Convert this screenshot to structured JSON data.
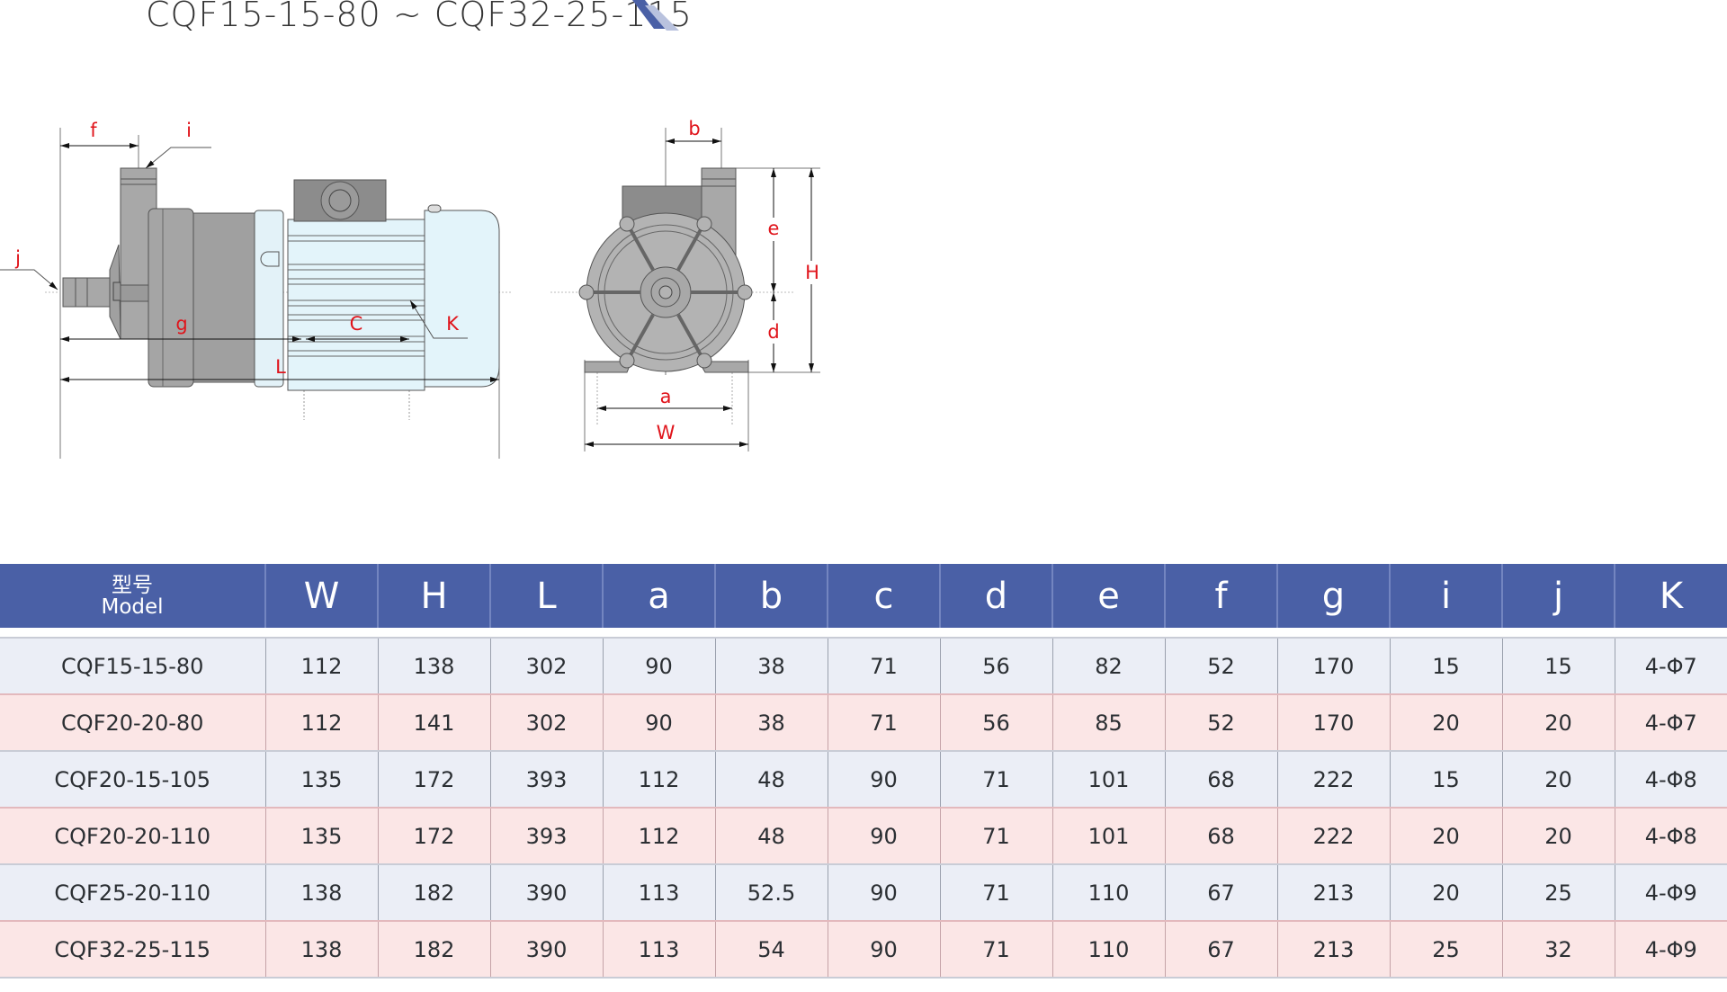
{
  "title": "CQF15-15-80 ~ CQF32-25-115",
  "colors": {
    "header_bg": "#4a60a6",
    "row_odd_bg": "#ebeef6",
    "row_even_bg": "#fbe6e6",
    "dimension_label": "#e0141b"
  },
  "diagram": {
    "side_view_labels": {
      "f": "f",
      "i": "i",
      "j": "j",
      "g": "g",
      "C": "C",
      "K": "K",
      "L": "L"
    },
    "front_view_labels": {
      "b": "b",
      "e": "e",
      "H": "H",
      "d": "d",
      "a": "a",
      "W": "W"
    }
  },
  "table": {
    "header": {
      "model_zh": "型号",
      "model_en": "Model",
      "columns": [
        "W",
        "H",
        "L",
        "a",
        "b",
        "c",
        "d",
        "e",
        "f",
        "g",
        "i",
        "j",
        "K"
      ]
    },
    "rows": [
      {
        "model": "CQF15-15-80",
        "values": [
          "112",
          "138",
          "302",
          "90",
          "38",
          "71",
          "56",
          "82",
          "52",
          "170",
          "15",
          "15",
          "4-Φ7"
        ]
      },
      {
        "model": "CQF20-20-80",
        "values": [
          "112",
          "141",
          "302",
          "90",
          "38",
          "71",
          "56",
          "85",
          "52",
          "170",
          "20",
          "20",
          "4-Φ7"
        ]
      },
      {
        "model": "CQF20-15-105",
        "values": [
          "135",
          "172",
          "393",
          "112",
          "48",
          "90",
          "71",
          "101",
          "68",
          "222",
          "15",
          "20",
          "4-Φ8"
        ]
      },
      {
        "model": "CQF20-20-110",
        "values": [
          "135",
          "172",
          "393",
          "112",
          "48",
          "90",
          "71",
          "101",
          "68",
          "222",
          "20",
          "20",
          "4-Φ8"
        ]
      },
      {
        "model": "CQF25-20-110",
        "values": [
          "138",
          "182",
          "390",
          "113",
          "52.5",
          "90",
          "71",
          "110",
          "67",
          "213",
          "20",
          "25",
          "4-Φ9"
        ]
      },
      {
        "model": "CQF32-25-115",
        "values": [
          "138",
          "182",
          "390",
          "113",
          "54",
          "90",
          "71",
          "110",
          "67",
          "213",
          "25",
          "32",
          "4-Φ9"
        ]
      }
    ]
  }
}
